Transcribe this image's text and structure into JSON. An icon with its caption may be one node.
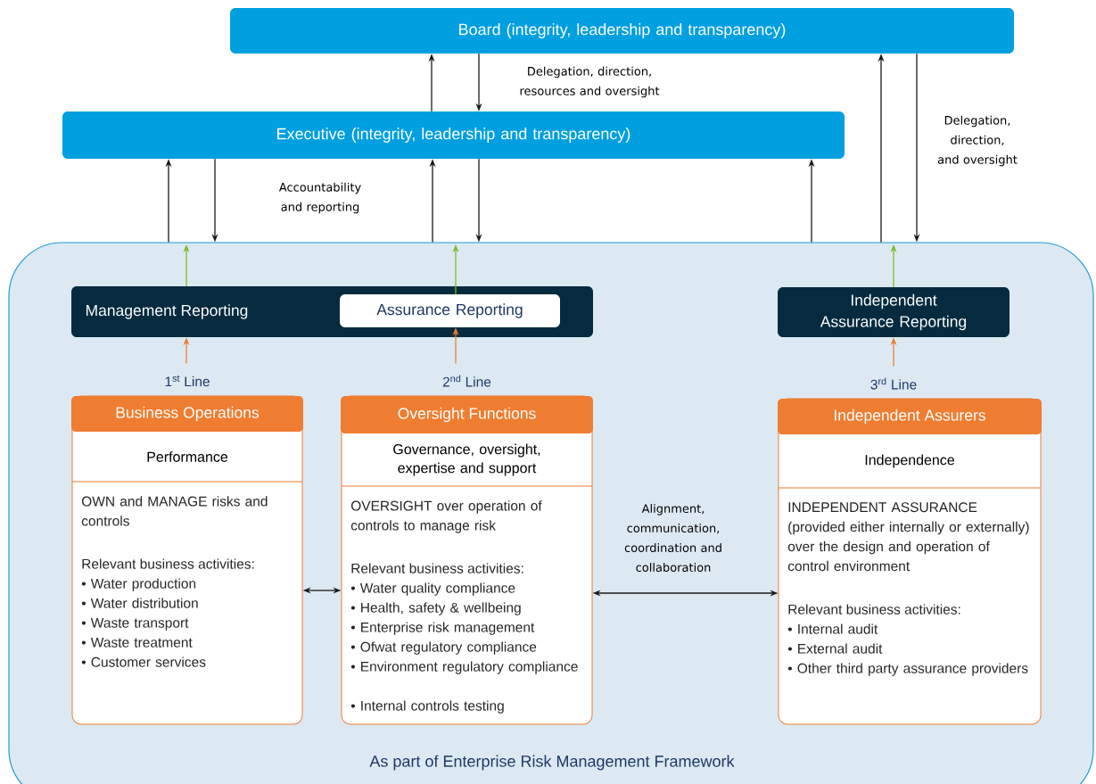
{
  "diagram": {
    "nodes": [
      {
        "text": [
          "Board (integrity, leadership and transparency)"
        ]
      },
      {
        "text": [
          "Executive (integrity, leadership and transparency)"
        ]
      },
      {
        "text": [
          "As part of Enterprise Risk Management Framework"
        ]
      },
      {
        "text": [
          "Management Reporting"
        ],
        "in": 2
      },
      {
        "text": [
          "Assurance Reporting"
        ],
        "in": 3
      },
      {
        "text": [
          "Independent Assurance Reporting"
        ],
        "in": 2
      },
      {
        "text": [
          "Business Operations",
          "Performance",
          "OWN and MANAGE risks and controls",
          "Relevant business activities:",
          "• Water production",
          "• Water distribution",
          "• Waste transport",
          "• Waste treatment",
          "• Customer services"
        ],
        "beside": [
          "1$^{st}$ Line"
        ],
        "in": 2
      },
      {
        "text": [
          "Oversight Functions",
          "Governance, oversight, expertise and support",
          "OVERSIGHT over operation of controls to manage risk",
          "Relevant business activities:",
          "• Water quality compliance",
          "• Health, safety & wellbeing",
          "• Enterprise risk management",
          "• Ofwat regulatory compliance",
          "• Environment regulatory compliance",
          "• Internal controls testing"
        ],
        "beside": [
          "2$^{nd}$ Line"
        ],
        "in": 2
      },
      {
        "text": [
          "Independent Assurers",
          "Independence",
          "INDEPENDENT ASSURANCE (provided either internally or externally) over the design and operation of control environment",
          "Relevant business activities:",
          "• Internal audit",
          "• External audit",
          "• Other third party assurance providers"
        ],
        "beside": [
          "3$^{rd}$ Line"
        ],
        "in": 2
      }
    ],
    "edges": [
      {
        "from": 1,
        "to": 0,
        "arrow": "to"
      },
      {
        "from": 0,
        "to": 1,
        "arrow": "to",
        "label": "Delegation, direction, resources and oversight"
      },
      {
        "from": 2,
        "to": 1,
        "arrow": "to"
      },
      {
        "from": 1,
        "to": 2,
        "arrow": "to"
      },
      {
        "from": 2,
        "to": 1,
        "arrow": "to"
      },
      {
        "from": 1,
        "to": 2,
        "arrow": "to"
      },
      {
        "from": 2,
        "to": 1,
        "arrow": "to"
      },
      {
        "from": 2,
        "to": 0,
        "arrow": "to"
      },
      {
        "from": 0,
        "to": 2,
        "arrow": "to",
        "label": "Delegation, direction, and oversight"
      },
      {
        "from": 3,
        "to": null,
        "arrow": "to",
        "color": "#7fba27"
      },
      {
        "from": 4,
        "to": null,
        "arrow": "to",
        "color": "#7fba27"
      },
      {
        "from": 5,
        "to": null,
        "arrow": "to",
        "color": "#7fba27"
      },
      {
        "from": 6,
        "to": 3,
        "arrow": "to",
        "color": "#ee7d31"
      },
      {
        "from": 7,
        "to": 4,
        "arrow": "to",
        "color": "#ee7d31"
      },
      {
        "from": 8,
        "to": 5,
        "arrow": "to",
        "color": "#ee7d31"
      },
      {
        "from": 6,
        "to": 7,
        "arrow": "both"
      },
      {
        "from": 7,
        "to": 8,
        "arrow": "both",
        "label": "Alignment, communication, coordination and collaboration"
      }
    ],
    "labels": [
      "Accountability and reporting"
    ]
  }
}
